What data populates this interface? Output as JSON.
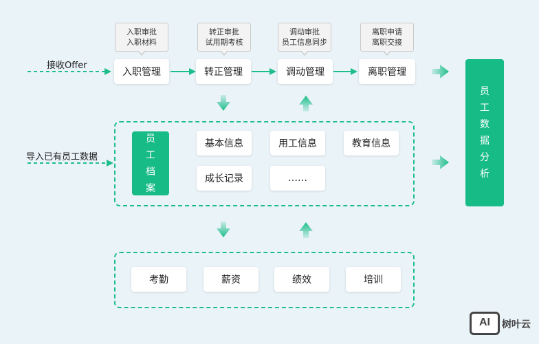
{
  "notes": [
    {
      "line1": "入职审批",
      "line2": "入职材料"
    },
    {
      "line1": "转正审批",
      "line2": "试用期考核"
    },
    {
      "line1": "调动审批",
      "line2": "员工信息同步"
    },
    {
      "line1": "离职申请",
      "line2": "离职交接"
    }
  ],
  "inputs": {
    "offer": "接收Offer",
    "import": "导入已有员工数据"
  },
  "process": [
    "入职管理",
    "转正管理",
    "调动管理",
    "离职管理"
  ],
  "archive": {
    "title_chars": [
      "员",
      "工",
      "档",
      "案"
    ],
    "items": [
      "基本信息",
      "用工信息",
      "教育信息",
      "成长记录",
      "……"
    ]
  },
  "modules": [
    "考勤",
    "薪资",
    "绩效",
    "培训"
  ],
  "analysis": {
    "chars": [
      "员",
      "工",
      "数",
      "据",
      "分",
      "析"
    ]
  },
  "logo": {
    "mark": "AI",
    "name": "树叶云"
  },
  "colors": {
    "accent": "#17bb86",
    "arrow": "#1dbe8a",
    "background": "#eaf3f8"
  }
}
